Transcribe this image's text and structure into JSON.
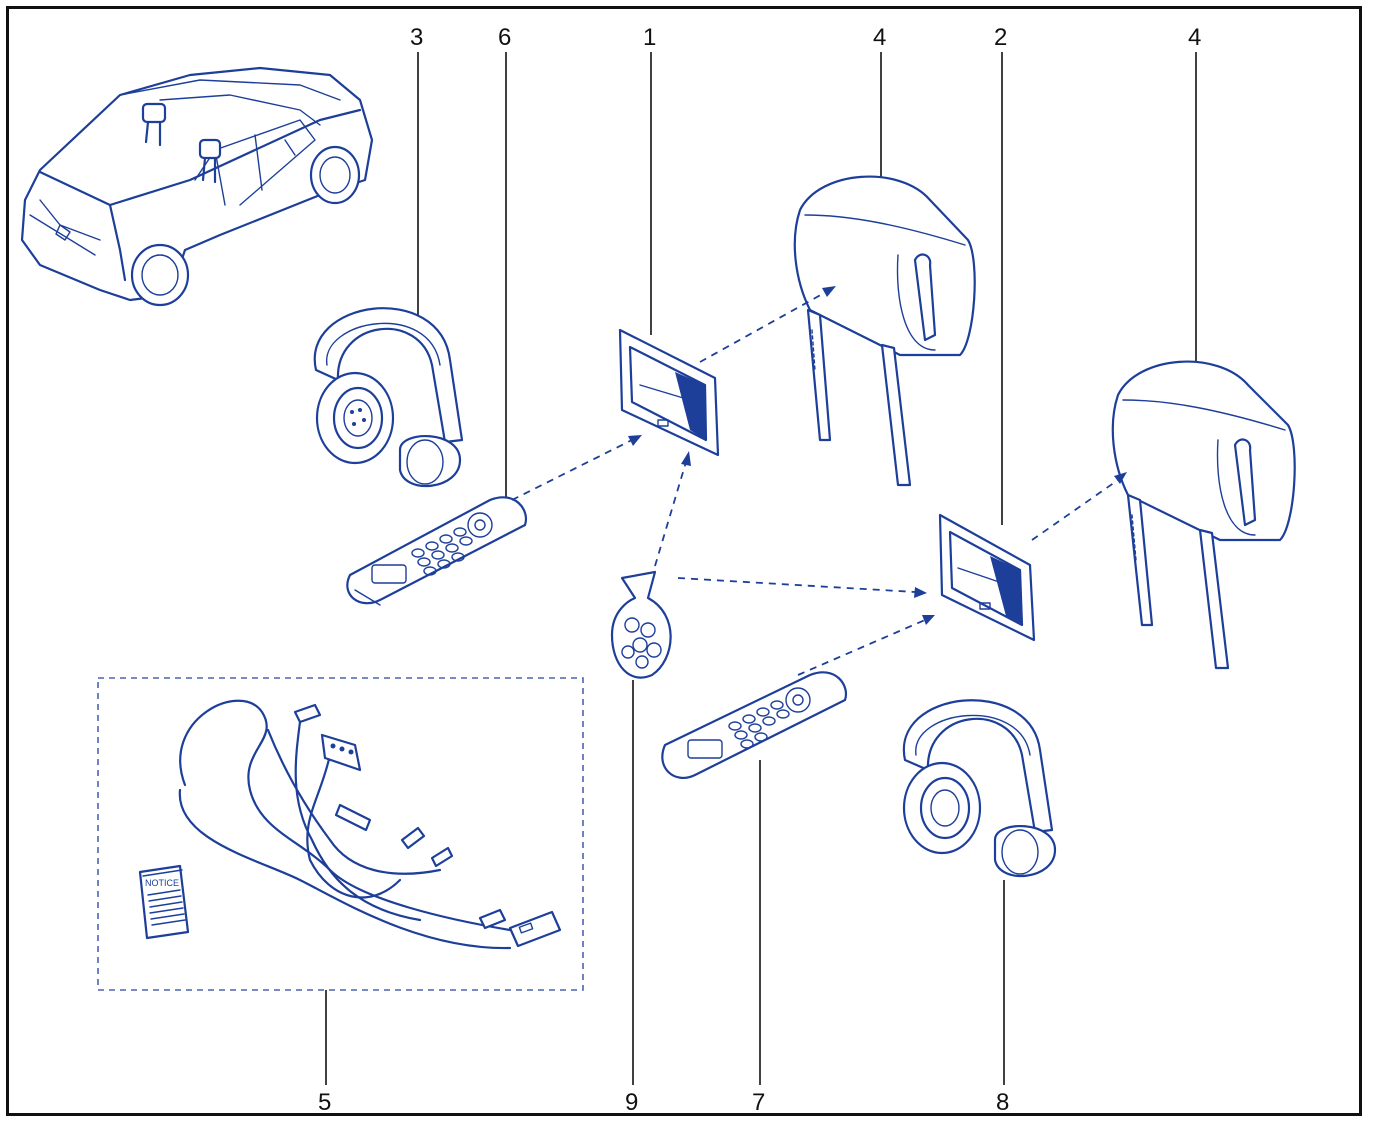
{
  "figure": {
    "stroke_color": "#1d3f9a",
    "frame_color": "#111111"
  },
  "callouts": {
    "c1": "1",
    "c2": "2",
    "c3": "3",
    "c4a": "4",
    "c4b": "4",
    "c5": "5",
    "c6": "6",
    "c7": "7",
    "c8": "8",
    "c9": "9"
  },
  "booklet": {
    "label": "NOTICE"
  }
}
